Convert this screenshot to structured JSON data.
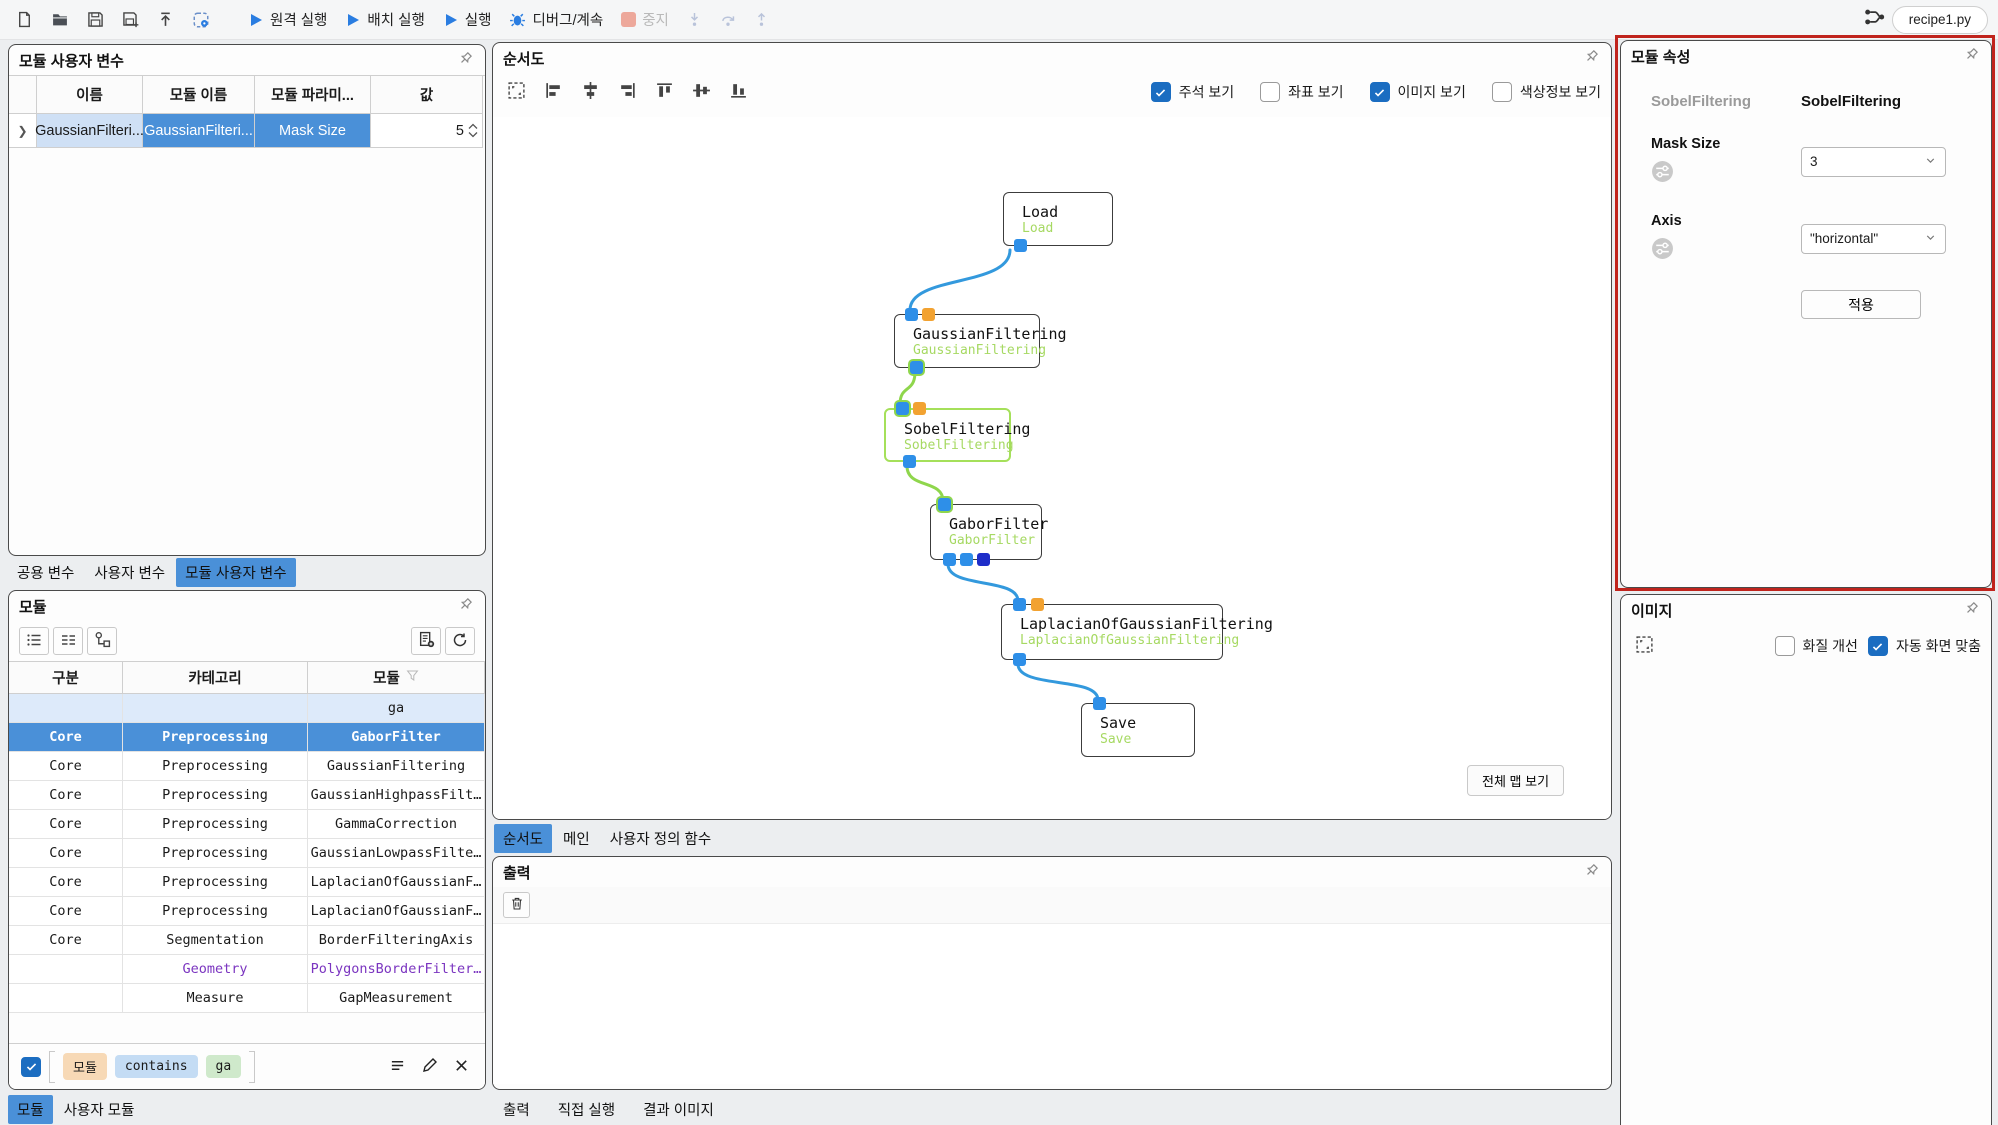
{
  "toolbar": {
    "remote_run": "원격 실행",
    "batch_run": "배치 실행",
    "run": "실행",
    "debug": "디버그/계속",
    "stop": "중지",
    "file_tab": "recipe1.py"
  },
  "module_user_vars": {
    "title": "모듈 사용자 변수",
    "columns": [
      "이름",
      "모듈 이름",
      "모듈 파라미...",
      "값"
    ],
    "row": {
      "name": "GaussianFilteri...",
      "module": "GaussianFilteri...",
      "param": "Mask Size",
      "value": "5"
    }
  },
  "var_tabs": [
    {
      "label": "공용 변수"
    },
    {
      "label": "사용자 변수"
    },
    {
      "label": "모듈 사용자 변수"
    }
  ],
  "modules_panel": {
    "title": "모듈",
    "columns": [
      "구분",
      "카테고리",
      "모듈"
    ],
    "filter_value": "ga",
    "rows": [
      {
        "type": "Core",
        "category": "Preprocessing",
        "module": "GaborFilter"
      },
      {
        "type": "Core",
        "category": "Preprocessing",
        "module": "GaussianFiltering"
      },
      {
        "type": "Core",
        "category": "Preprocessing",
        "module": "GaussianHighpassFilt…"
      },
      {
        "type": "Core",
        "category": "Preprocessing",
        "module": "GammaCorrection"
      },
      {
        "type": "Core",
        "category": "Preprocessing",
        "module": "GaussianLowpassFilte…"
      },
      {
        "type": "Core",
        "category": "Preprocessing",
        "module": "LaplacianOfGaussianF…"
      },
      {
        "type": "Core",
        "category": "Preprocessing",
        "module": "LaplacianOfGaussianF…"
      },
      {
        "type": "Core",
        "category": "Segmentation",
        "module": "BorderFilteringAxis"
      },
      {
        "type": "",
        "category": "Geometry",
        "module": "PolygonsBorderFilter…"
      },
      {
        "type": "",
        "category": "Measure",
        "module": "GapMeasurement"
      }
    ],
    "filter_chips": {
      "field": "모듈",
      "op": "contains",
      "value": "ga"
    }
  },
  "bottom_left_tabs": [
    {
      "label": "모듈"
    },
    {
      "label": "사용자 모듈"
    }
  ],
  "flowchart": {
    "title": "순서도",
    "view_options": [
      {
        "label": "주석 보기",
        "checked": true
      },
      {
        "label": "좌표 보기",
        "checked": false
      },
      {
        "label": "이미지 보기",
        "checked": true
      },
      {
        "label": "색상정보 보기",
        "checked": false
      }
    ],
    "full_map_button": "전체 맵 보기",
    "nodes": [
      {
        "title": "Load",
        "subtitle": "Load"
      },
      {
        "title": "GaussianFiltering",
        "subtitle": "GaussianFiltering"
      },
      {
        "title": "SobelFiltering",
        "subtitle": "SobelFiltering",
        "selected": true
      },
      {
        "title": "GaborFilter",
        "subtitle": "GaborFilter"
      },
      {
        "title": "LaplacianOfGaussianFiltering",
        "subtitle": "LaplacianOfGaussianFiltering"
      },
      {
        "title": "Save",
        "subtitle": "Save"
      }
    ]
  },
  "center_tabs": [
    {
      "label": "순서도"
    },
    {
      "label": "메인"
    },
    {
      "label": "사용자 정의 함수"
    }
  ],
  "output_panel": {
    "title": "출력"
  },
  "bottom_center_tabs": [
    {
      "label": "출력"
    },
    {
      "label": "직접 실행"
    },
    {
      "label": "결과 이미지"
    }
  ],
  "properties_panel": {
    "title": "모듈 속성",
    "module_name": "SobelFiltering",
    "module_value": "SobelFiltering",
    "fields": [
      {
        "label": "Mask Size",
        "value": "3"
      },
      {
        "label": "Axis",
        "value": "\"horizontal\""
      }
    ],
    "apply_button": "적용"
  },
  "image_panel": {
    "title": "이미지",
    "options": [
      {
        "label": "화질 개선",
        "checked": false
      },
      {
        "label": "자동 화면 맞춤",
        "checked": true
      }
    ]
  },
  "colors": {
    "accent-blue": "#2a7de1",
    "selection-blue": "#4a90d8",
    "selection-light": "#cfe0f5",
    "filter-row": "#ddeafa",
    "checkbox-blue": "#1b6dc1",
    "edge-blue": "#3399dd",
    "edge-green": "#8fd64c",
    "port-blue": "#2e8fe8",
    "port-orange": "#f2a231",
    "port-navy": "#1f2ec9",
    "node-subtitle-green": "#a6d962",
    "purple": "#7b35c0",
    "annotation-red": "#c0241d",
    "stop-pink": "#eda89b"
  }
}
